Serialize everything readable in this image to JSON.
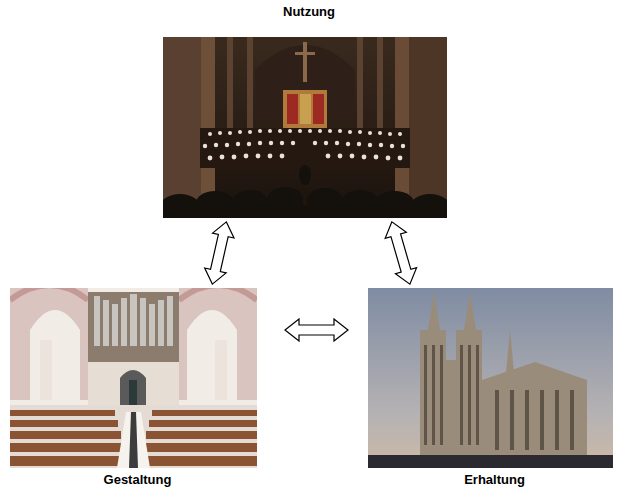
{
  "diagram": {
    "nodes": [
      {
        "text": [
          "Nutzung"
        ]
      },
      {
        "text": [
          "Gestaltung"
        ]
      },
      {
        "text": [
          "Erhaltung"
        ]
      }
    ],
    "edges": [
      {
        "from": 0,
        "to": 1,
        "arrow": "both"
      },
      {
        "from": 0,
        "to": 2,
        "arrow": "both"
      },
      {
        "from": 1,
        "to": 2,
        "arrow": "both"
      }
    ]
  }
}
